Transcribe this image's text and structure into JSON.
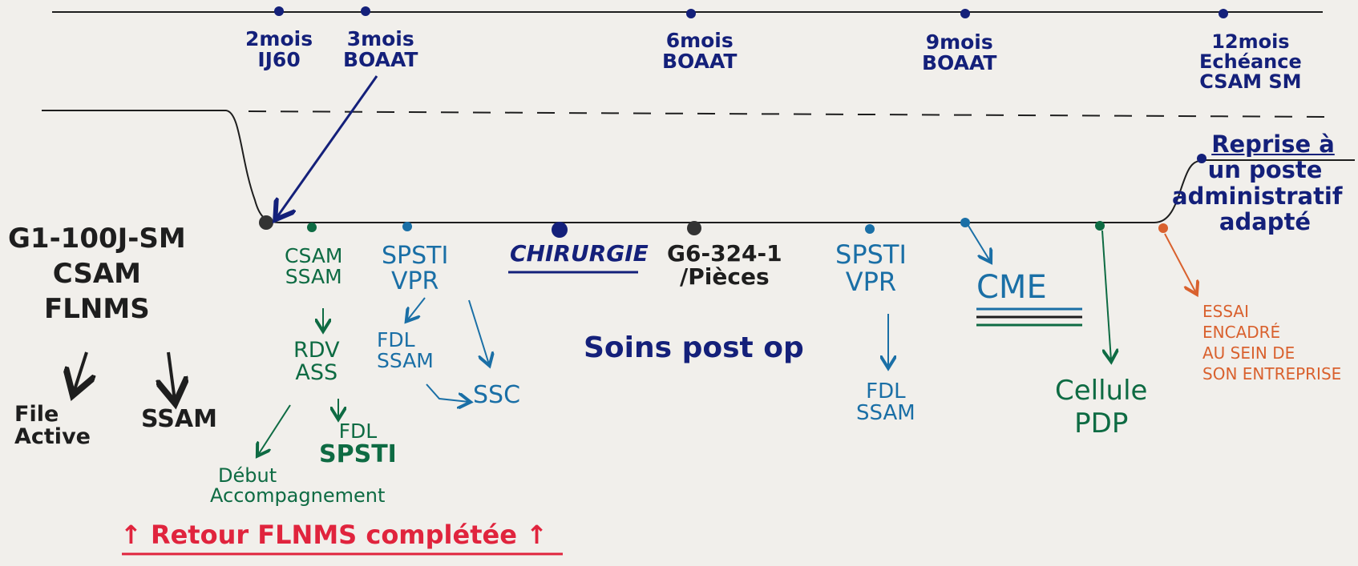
{
  "colors": {
    "navy": "#14207a",
    "black": "#1e1e1e",
    "green": "#0e6b43",
    "teal": "#1a6fa6",
    "orange": "#d9612e",
    "red": "#e0243d",
    "paper": "#f1efeb"
  },
  "milestones": [
    {
      "time": "2mois",
      "label": "IJ60"
    },
    {
      "time": "3mois",
      "label": "BOAAT"
    },
    {
      "time": "6mois",
      "label": "BOAAT"
    },
    {
      "time": "9mois",
      "label": "BOAAT"
    },
    {
      "time": "12mois",
      "label1": "Echéance",
      "label2": "CSAM SM"
    }
  ],
  "left_block": {
    "line1": "G1-100J-SM",
    "line2": "CSAM",
    "line3": "FLNMS",
    "branch1_l1": "File",
    "branch1_l2": "Active",
    "branch2": "SSAM"
  },
  "steps": {
    "csam_ssam": {
      "l1": "CSAM",
      "l2": "SSAM"
    },
    "rdv_ass": {
      "l1": "RDV",
      "l2": "ASS"
    },
    "fdl_spsti": {
      "l1": "FDL",
      "l2": "SPSTI"
    },
    "debut": {
      "l1": "Début",
      "l2": "Accompagnement"
    },
    "spsti_vpr1": {
      "l1": "SPSTI",
      "l2": "VPR"
    },
    "fdl_ssam1": {
      "l1": "FDL",
      "l2": "SSAM"
    },
    "ssc": "SSC",
    "chirurgie": "CHIRURGIE",
    "g6": {
      "l1": "G6-324-1",
      "l2": "/Pièces"
    },
    "soins": "Soins post op",
    "spsti_vpr2": {
      "l1": "SPSTI",
      "l2": "VPR"
    },
    "fdl_ssam2": {
      "l1": "FDL",
      "l2": "SSAM"
    },
    "cme": "CME",
    "cellule": {
      "l1": "Cellule",
      "l2": "PDP"
    },
    "reprise": {
      "l1": "Reprise à",
      "l2": "un poste",
      "l3": "administratif",
      "l4": "adapté"
    },
    "essai": {
      "l1": "ESSAI",
      "l2": "ENCADRÉ",
      "l3": "AU SEIN DE",
      "l4": "SON ENTREPRISE"
    }
  },
  "footer": {
    "arrow_left": "↑",
    "text": "Retour FLNMS complétée",
    "arrow_right": "↑"
  }
}
